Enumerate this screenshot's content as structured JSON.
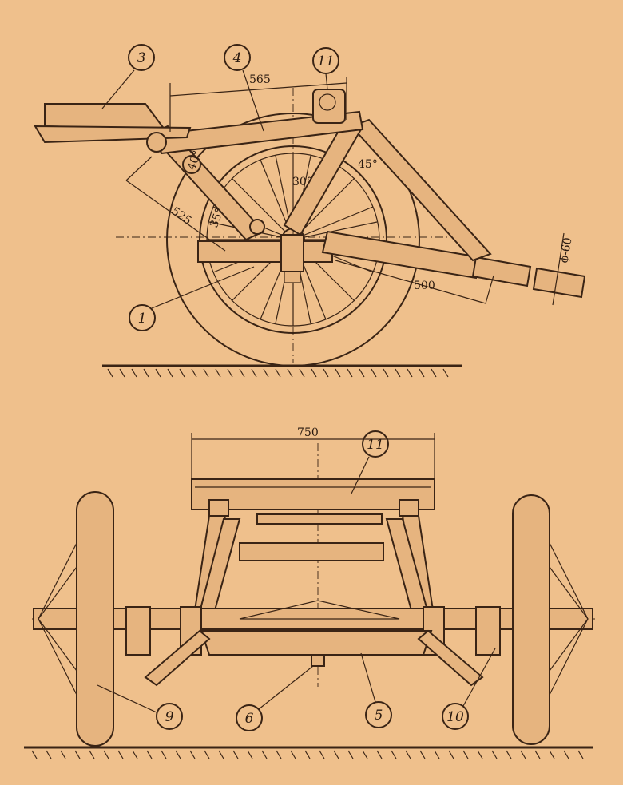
{
  "side_view": {
    "callouts": [
      "3",
      "4",
      "11",
      "1"
    ],
    "dimensions": {
      "top_span": "565",
      "angle_top": "30°",
      "angle_left_a": "40°",
      "angle_left_b": "35°",
      "angle_right": "45°",
      "left_length": "525",
      "right_length": "500",
      "pipe_diameter": "ϕ-60"
    }
  },
  "front_view": {
    "callouts": [
      "11",
      "9",
      "6",
      "5",
      "10"
    ],
    "dimensions": {
      "width": "750"
    }
  }
}
